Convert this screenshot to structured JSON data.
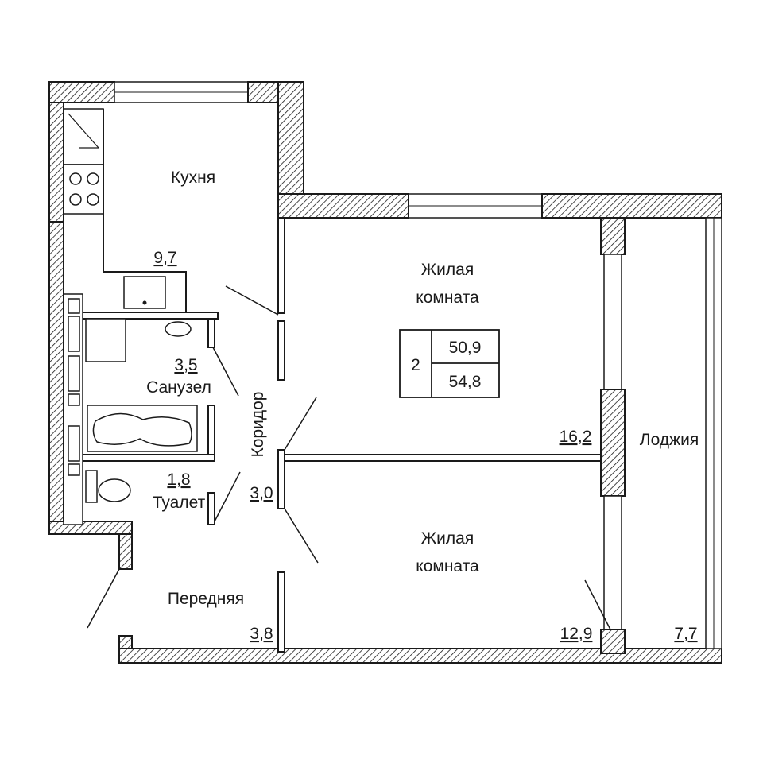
{
  "rooms": {
    "kitchen": {
      "name": "Кухня",
      "area": "9,7"
    },
    "living1": {
      "name_line1": "Жилая",
      "name_line2": "комната",
      "area": "16,2"
    },
    "living2": {
      "name_line1": "Жилая",
      "name_line2": "комната",
      "area": "12,9"
    },
    "bathroom": {
      "name": "Санузел",
      "area": "3,5"
    },
    "toilet": {
      "name": "Туалет",
      "area": "1,8"
    },
    "corridor": {
      "name": "Коридор",
      "area": "3,0"
    },
    "hallway": {
      "name": "Передняя",
      "area": "3,8"
    },
    "loggia": {
      "name": "Лоджия",
      "area": "7,7"
    }
  },
  "summary": {
    "rooms_count": "2",
    "living_area": "50,9",
    "total_area": "54,8"
  },
  "colors": {
    "line": "#1a1a1a",
    "background": "#ffffff"
  }
}
